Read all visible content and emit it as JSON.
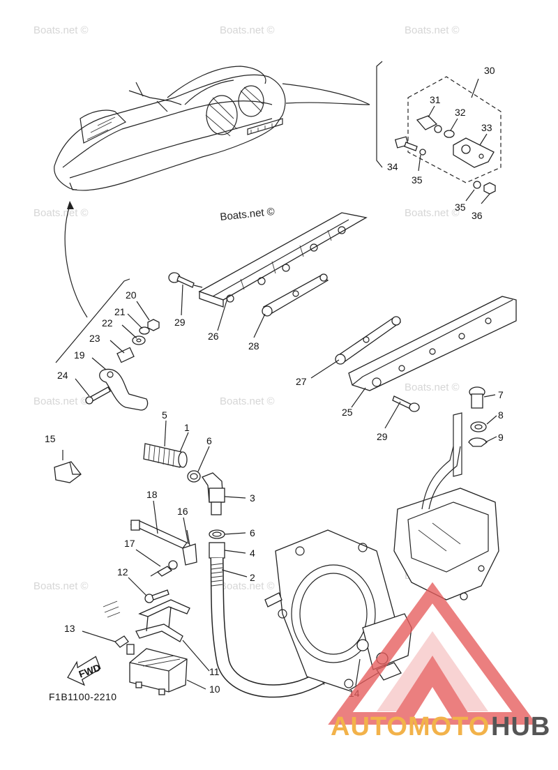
{
  "diagram": {
    "code": "F1B1100-2210",
    "direction_label": "FWD",
    "watermark_overlay": "Boats.net ©",
    "watermark_main": "Boats.net ©",
    "brand": {
      "part1": "AUTOMOTO",
      "part2": "HUB",
      "color_accent": "#f2b24a",
      "color_dark": "#555555",
      "triangle_color": "#e65c5c"
    }
  },
  "callouts": [
    {
      "id": "c1",
      "text": "1"
    },
    {
      "id": "c2",
      "text": "2"
    },
    {
      "id": "c3",
      "text": "3"
    },
    {
      "id": "c4",
      "text": "4"
    },
    {
      "id": "c5",
      "text": "5"
    },
    {
      "id": "c6a",
      "text": "6"
    },
    {
      "id": "c6b",
      "text": "6"
    },
    {
      "id": "c7",
      "text": "7"
    },
    {
      "id": "c8",
      "text": "8"
    },
    {
      "id": "c9",
      "text": "9"
    },
    {
      "id": "c10",
      "text": "10"
    },
    {
      "id": "c11",
      "text": "11"
    },
    {
      "id": "c12",
      "text": "12"
    },
    {
      "id": "c13",
      "text": "13"
    },
    {
      "id": "c14",
      "text": "14"
    },
    {
      "id": "c15",
      "text": "15"
    },
    {
      "id": "c16",
      "text": "16"
    },
    {
      "id": "c17",
      "text": "17"
    },
    {
      "id": "c18",
      "text": "18"
    },
    {
      "id": "c19",
      "text": "19"
    },
    {
      "id": "c20",
      "text": "20"
    },
    {
      "id": "c21",
      "text": "21"
    },
    {
      "id": "c22",
      "text": "22"
    },
    {
      "id": "c23",
      "text": "23"
    },
    {
      "id": "c24",
      "text": "24"
    },
    {
      "id": "c25",
      "text": "25"
    },
    {
      "id": "c26",
      "text": "26"
    },
    {
      "id": "c27",
      "text": "27"
    },
    {
      "id": "c28",
      "text": "28"
    },
    {
      "id": "c29a",
      "text": "29"
    },
    {
      "id": "c29b",
      "text": "29"
    },
    {
      "id": "c30",
      "text": "30"
    },
    {
      "id": "c31",
      "text": "31"
    },
    {
      "id": "c32",
      "text": "32"
    },
    {
      "id": "c33",
      "text": "33"
    },
    {
      "id": "c34",
      "text": "34"
    },
    {
      "id": "c35a",
      "text": "35"
    },
    {
      "id": "c35b",
      "text": "35"
    },
    {
      "id": "c36",
      "text": "36"
    }
  ]
}
